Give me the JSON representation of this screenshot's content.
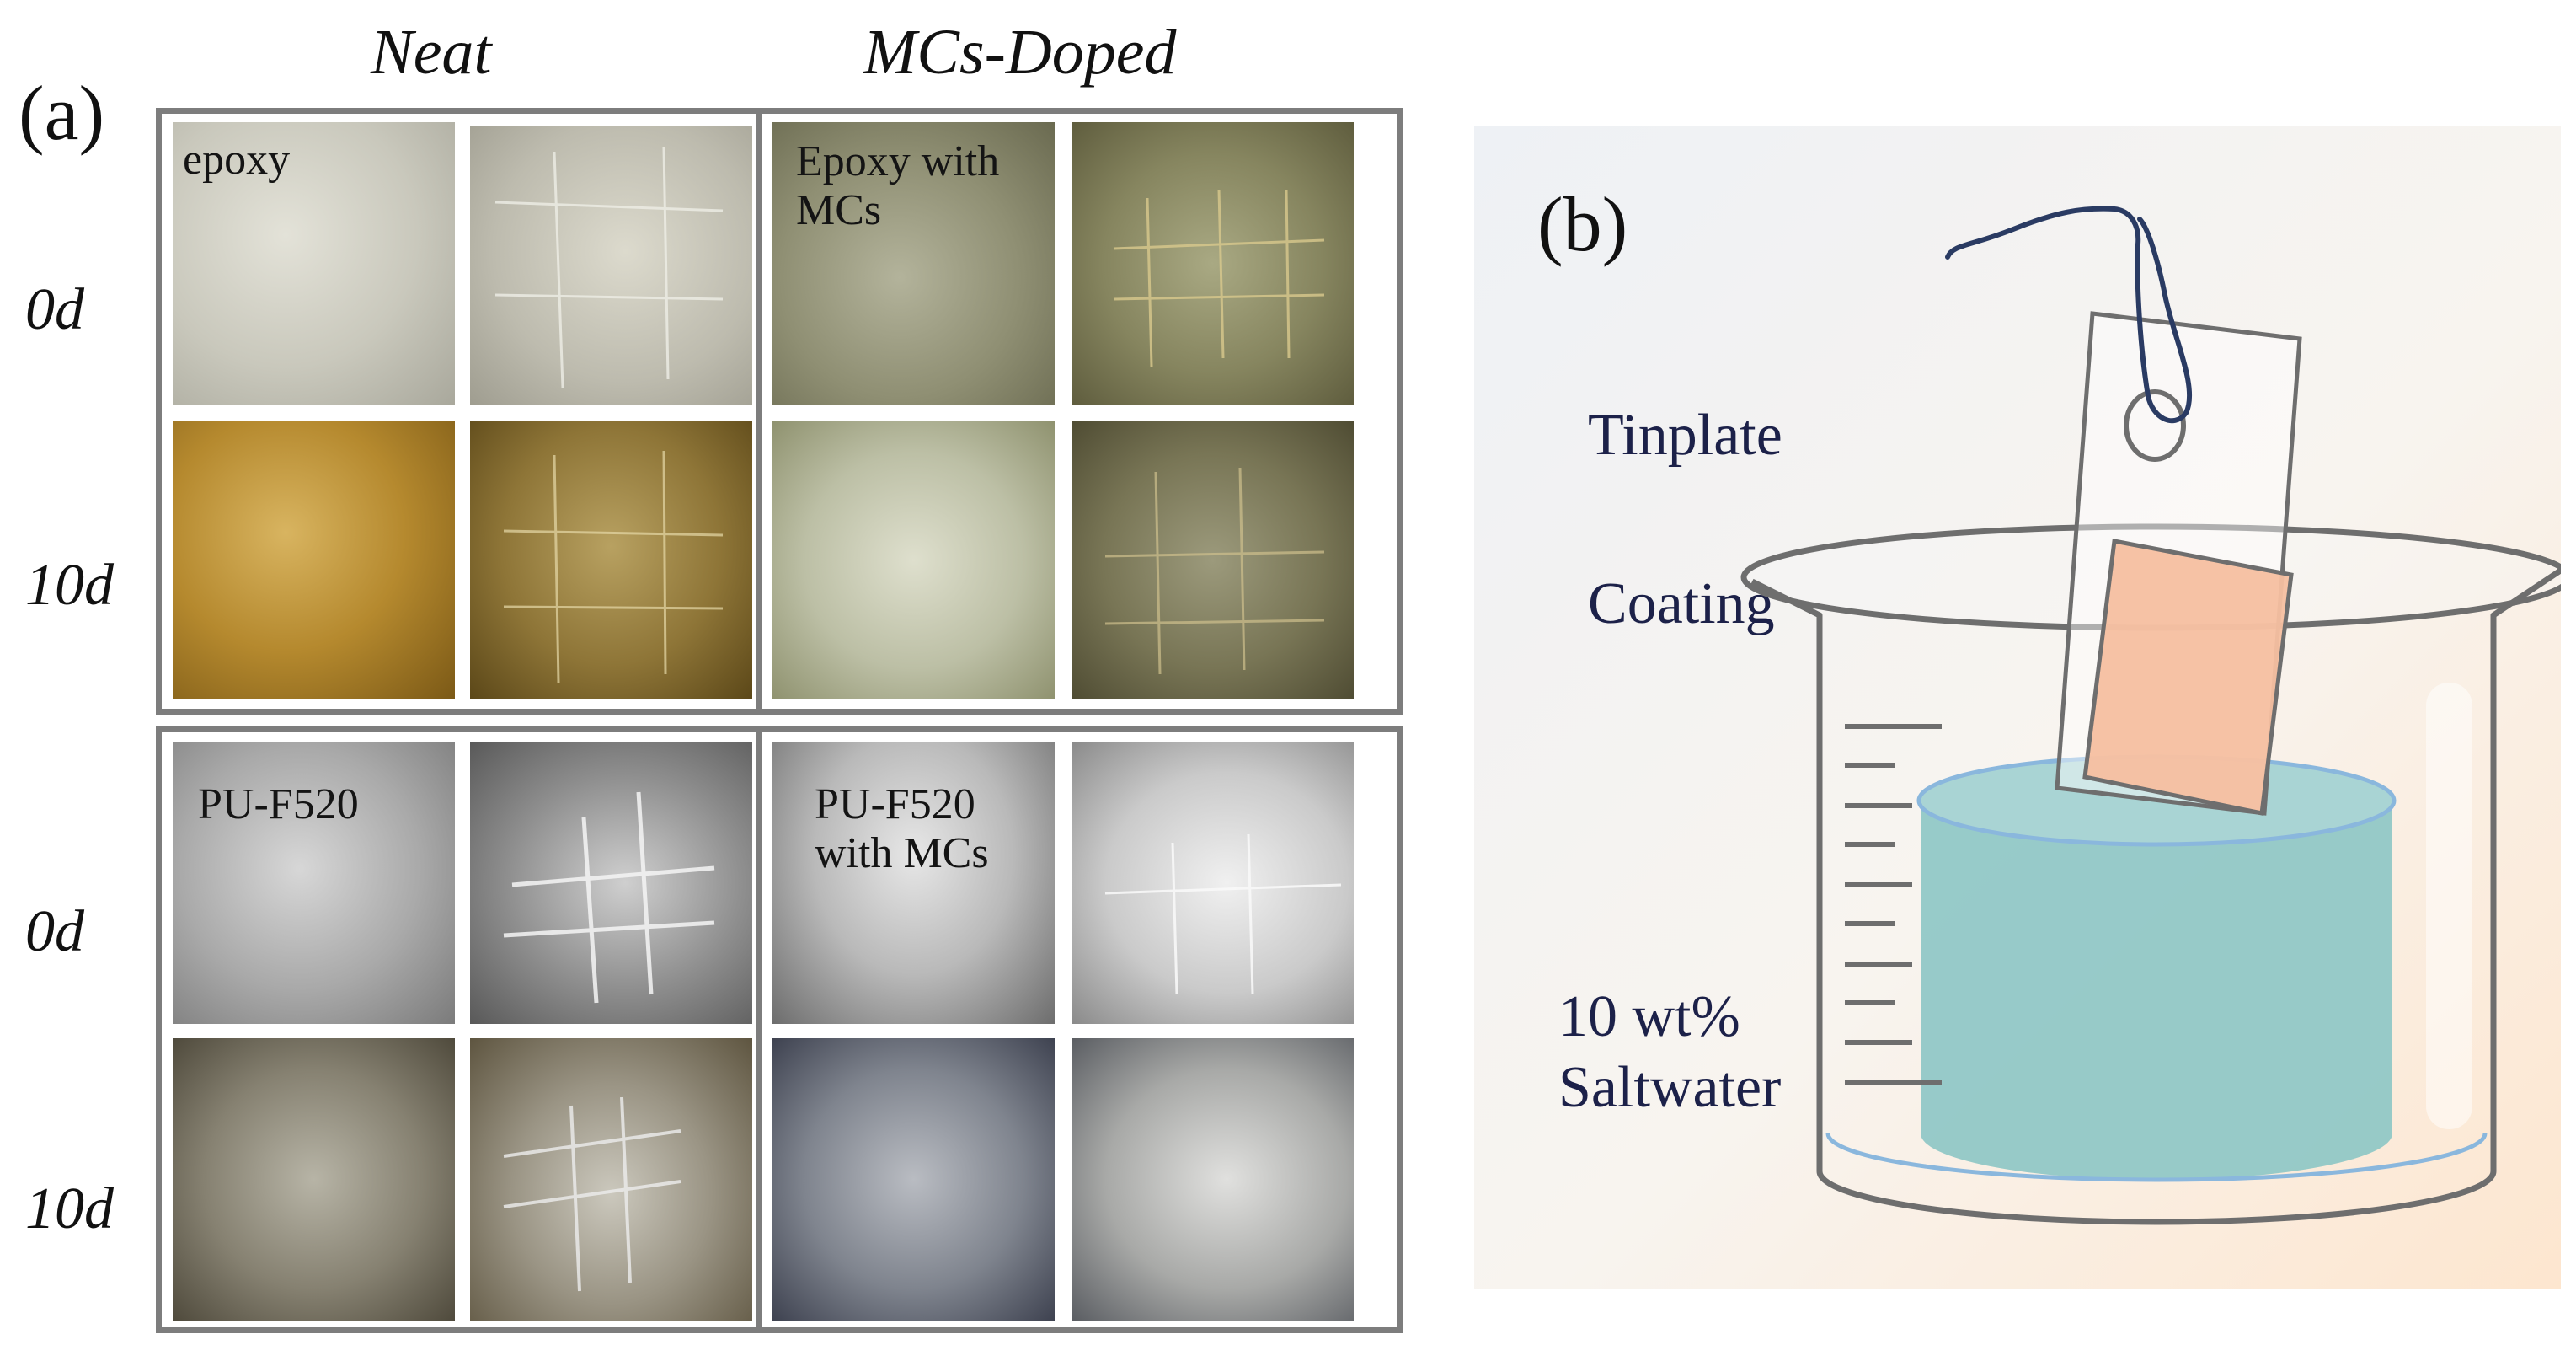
{
  "panel_a": {
    "label": "(a)",
    "columns": [
      "Neat",
      "MCs-Doped"
    ],
    "rows_top": [
      "0d",
      "10d"
    ],
    "rows_bottom": [
      "0d",
      "10d"
    ],
    "tiles": {
      "epoxy": "epoxy",
      "epoxy_mcs": [
        "Epoxy with",
        "MCs"
      ],
      "pu": "PU-F520",
      "pu_mcs": [
        "PU-F520",
        "with MCs"
      ]
    }
  },
  "panel_b": {
    "label": "(b)",
    "tinplate": "Tinplate",
    "coating": "Coating",
    "solution": [
      "10 wt%",
      "Saltwater"
    ]
  },
  "colors": {
    "frame": "#7d7d7d",
    "label_text": "#1c2149",
    "coating": "#f6bfa0",
    "saltwater": "#8ec7c6",
    "beaker_outline": "#6e6e6e"
  }
}
